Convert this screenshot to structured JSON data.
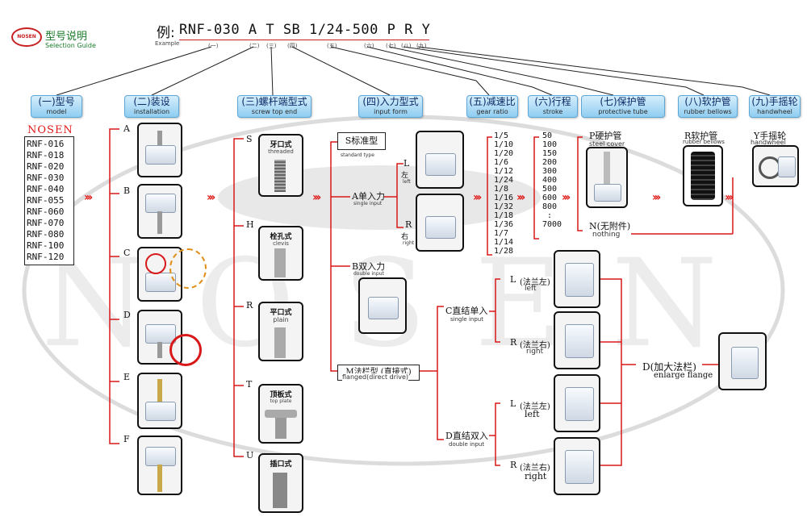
{
  "logo_text": "NOSEN",
  "title": {
    "cn": "型号说明",
    "en": "Selection Guide"
  },
  "example": {
    "prefix": "例:",
    "code": "RNF-030 A T SB 1/24-500 P R Y",
    "label": "Example",
    "markers": [
      "(一)",
      "(二)",
      "(三)",
      "(四)",
      "(五)",
      "(六)",
      "(七)",
      "(八)",
      "(九)"
    ]
  },
  "watermark": "NOSEN",
  "headers": [
    {
      "cn": "(一)型号",
      "en": "model"
    },
    {
      "cn": "(二)装设",
      "en": "installation"
    },
    {
      "cn": "(三)螺杆端型式",
      "en": "screw top end"
    },
    {
      "cn": "(四)入力型式",
      "en": "input form"
    },
    {
      "cn": "(五)减速比",
      "en": "gear ratio"
    },
    {
      "cn": "(六)行程",
      "en": "stroke"
    },
    {
      "cn": "(七)保护管",
      "en": "protective tube"
    },
    {
      "cn": "(八)软护管",
      "en": "rubber bellows"
    },
    {
      "cn": "(九)手摇轮",
      "en": "handwheel"
    }
  ],
  "models": {
    "brand": "NOSEN",
    "items": [
      "RNF-016",
      "RNF-018",
      "RNF-020",
      "RNF-030",
      "RNF-040",
      "RNF-055",
      "RNF-060",
      "RNF-070",
      "RNF-080",
      "RNF-100",
      "RNF-120"
    ]
  },
  "installation": [
    "A",
    "B",
    "C",
    "D",
    "E",
    "F"
  ],
  "screw_ends": [
    {
      "letter": "S",
      "cn": "牙口式",
      "en": "threaded"
    },
    {
      "letter": "H",
      "cn": "栓孔式",
      "en": "clevis"
    },
    {
      "letter": "R",
      "cn": "平口式",
      "en": "plain"
    },
    {
      "letter": "T",
      "cn": "顶板式",
      "en": "top plate"
    },
    {
      "letter": "U",
      "cn": "插口式",
      "en": ""
    }
  ],
  "input": {
    "standard": {
      "cn": "S标准型",
      "en": "standard type"
    },
    "single": {
      "cn": "A单入力",
      "en": "single input"
    },
    "double": {
      "cn": "B双入力",
      "en": "double input"
    },
    "L": "L",
    "L_cn": "左",
    "L_en": "left",
    "R": "R",
    "R_cn": "右",
    "R_en": "right",
    "flanged": {
      "cn": "M法栏型 (直接式)",
      "en": "flanged(direct drive)"
    },
    "c_single": {
      "cn": "C直结单入",
      "en": "single input"
    },
    "d_double": {
      "cn": "D直结双入",
      "en": "double input"
    },
    "dir": [
      {
        "letter": "L",
        "cn": "(法兰左)",
        "en": "left"
      },
      {
        "letter": "R",
        "cn": "(法兰右)",
        "en": "right"
      },
      {
        "letter": "L",
        "cn": "(法兰左)",
        "en": "left"
      },
      {
        "letter": "R",
        "cn": "(法兰右)",
        "en": "right"
      }
    ],
    "big_flange": {
      "cn": "D(加大法栏)",
      "en": "enlarge flange"
    }
  },
  "ratios": [
    "1/5",
    "1/10",
    "1/20",
    "1/6",
    "1/12",
    "1/24",
    "1/8",
    "1/16",
    "1/32",
    "1/18",
    "1/36",
    "1/7",
    "1/14",
    "1/28"
  ],
  "strokes": [
    "50",
    "100",
    "150",
    "200",
    "300",
    "400",
    "500",
    "600",
    "800",
    ":",
    "7000"
  ],
  "protective": {
    "p_cn": "P硬护管",
    "p_en": "steel cover",
    "n_cn": "N(无附件)",
    "n_en": "nothing"
  },
  "bellows": {
    "cn": "R软护管",
    "en": "rubber bellows"
  },
  "handwheel": {
    "cn": "Y手摇轮",
    "en": "handwheel"
  },
  "colors": {
    "accent_red": "#e01818",
    "header_blue": "#8fcdf1"
  }
}
